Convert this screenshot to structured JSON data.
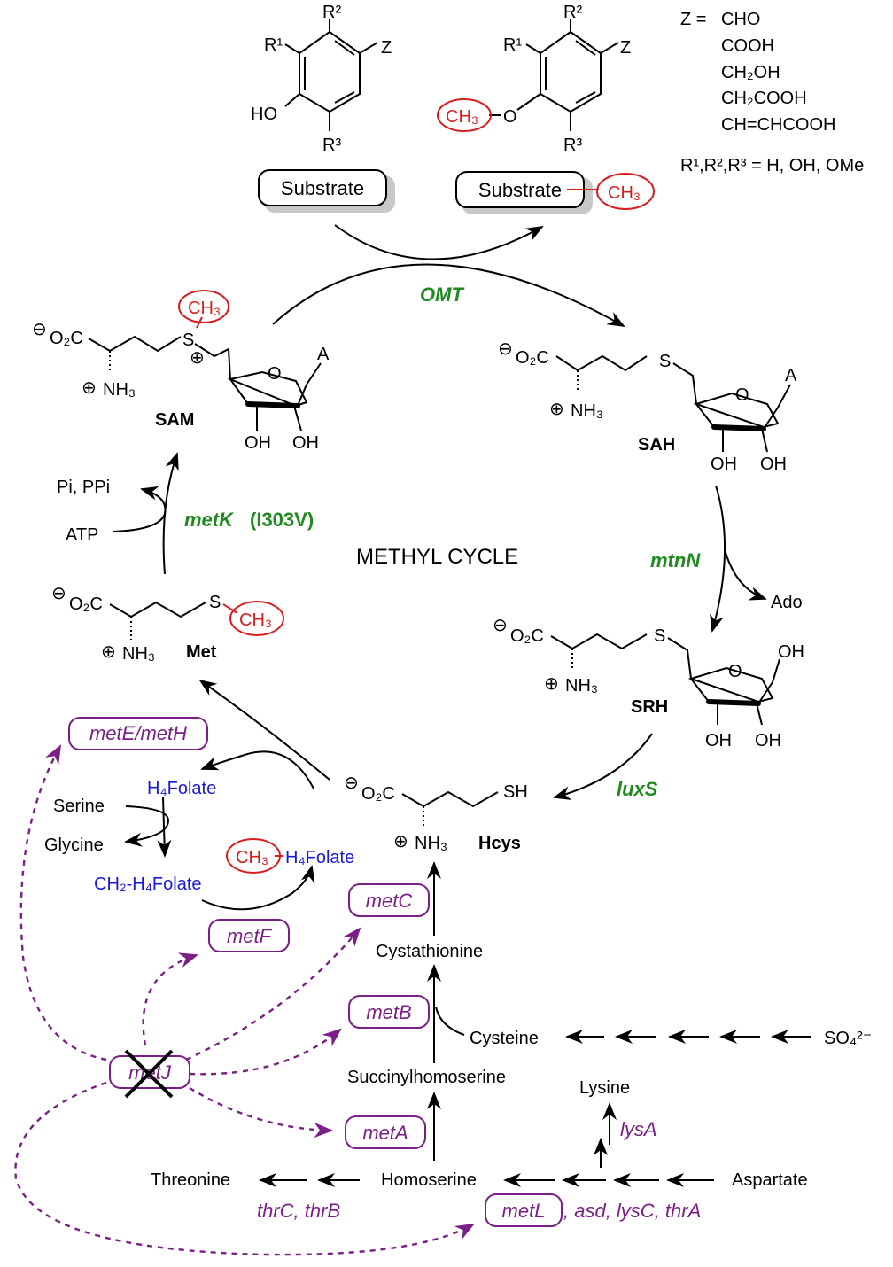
{
  "substrate_panel": {
    "z_header": "Z =",
    "z_options": [
      "CHO",
      "COOH",
      "CH₂OH",
      "CH₂COOH",
      "CH=CHCOOH"
    ],
    "r_groups": "R¹,R²,R³ = H, OH, OMe",
    "substrate_label": "Substrate",
    "ring_labels": {
      "r1": "R¹",
      "r2": "R²",
      "r3": "R³",
      "z": "Z",
      "ho": "HO",
      "o": "O"
    },
    "methyl": "CH₃"
  },
  "cycle": {
    "title": "METHYL CYCLE",
    "enzymes": {
      "omt": "OMT",
      "metk": "metK",
      "metk_mut": "(I303V)",
      "mtnn": "mtnN",
      "luxs": "luxS"
    },
    "side": {
      "pi_ppi": "Pi, PPi",
      "atp": "ATP",
      "ado": "Ado"
    }
  },
  "molecules": {
    "sam": "SAM",
    "sah": "SAH",
    "srh": "SRH",
    "met": "Met",
    "hcys": "Hcys",
    "co2": "O₂C",
    "nh3": "NH₃",
    "s": "S",
    "sh": "SH",
    "o": "O",
    "oh": "OH",
    "a": "A",
    "charge_minus": "⊖",
    "charge_plus": "⊕",
    "ch3": "CH₃"
  },
  "folate": {
    "h4folate": "H₄Folate",
    "ch2_h4folate": "CH₂-H₄Folate",
    "ch3_h4folate": "H₄Folate",
    "serine": "Serine",
    "glycine": "Glycine"
  },
  "pathway": {
    "cystathionine": "Cystathionine",
    "cysteine": "Cysteine",
    "succinylhomoserine": "Succinylhomoserine",
    "homoserine": "Homoserine",
    "threonine": "Threonine",
    "aspartate": "Aspartate",
    "lysine": "Lysine",
    "sulfate": "SO₄²⁻"
  },
  "genes": {
    "metEH": "metE/metH",
    "metF": "metF",
    "metC": "metC",
    "metB": "metB",
    "metA": "metA",
    "metJ": "metJ",
    "metL": "metL",
    "metL_rest": ", asd, lysC, thrA",
    "lysA": "lysA",
    "thrCB": "thrC, thrB"
  }
}
